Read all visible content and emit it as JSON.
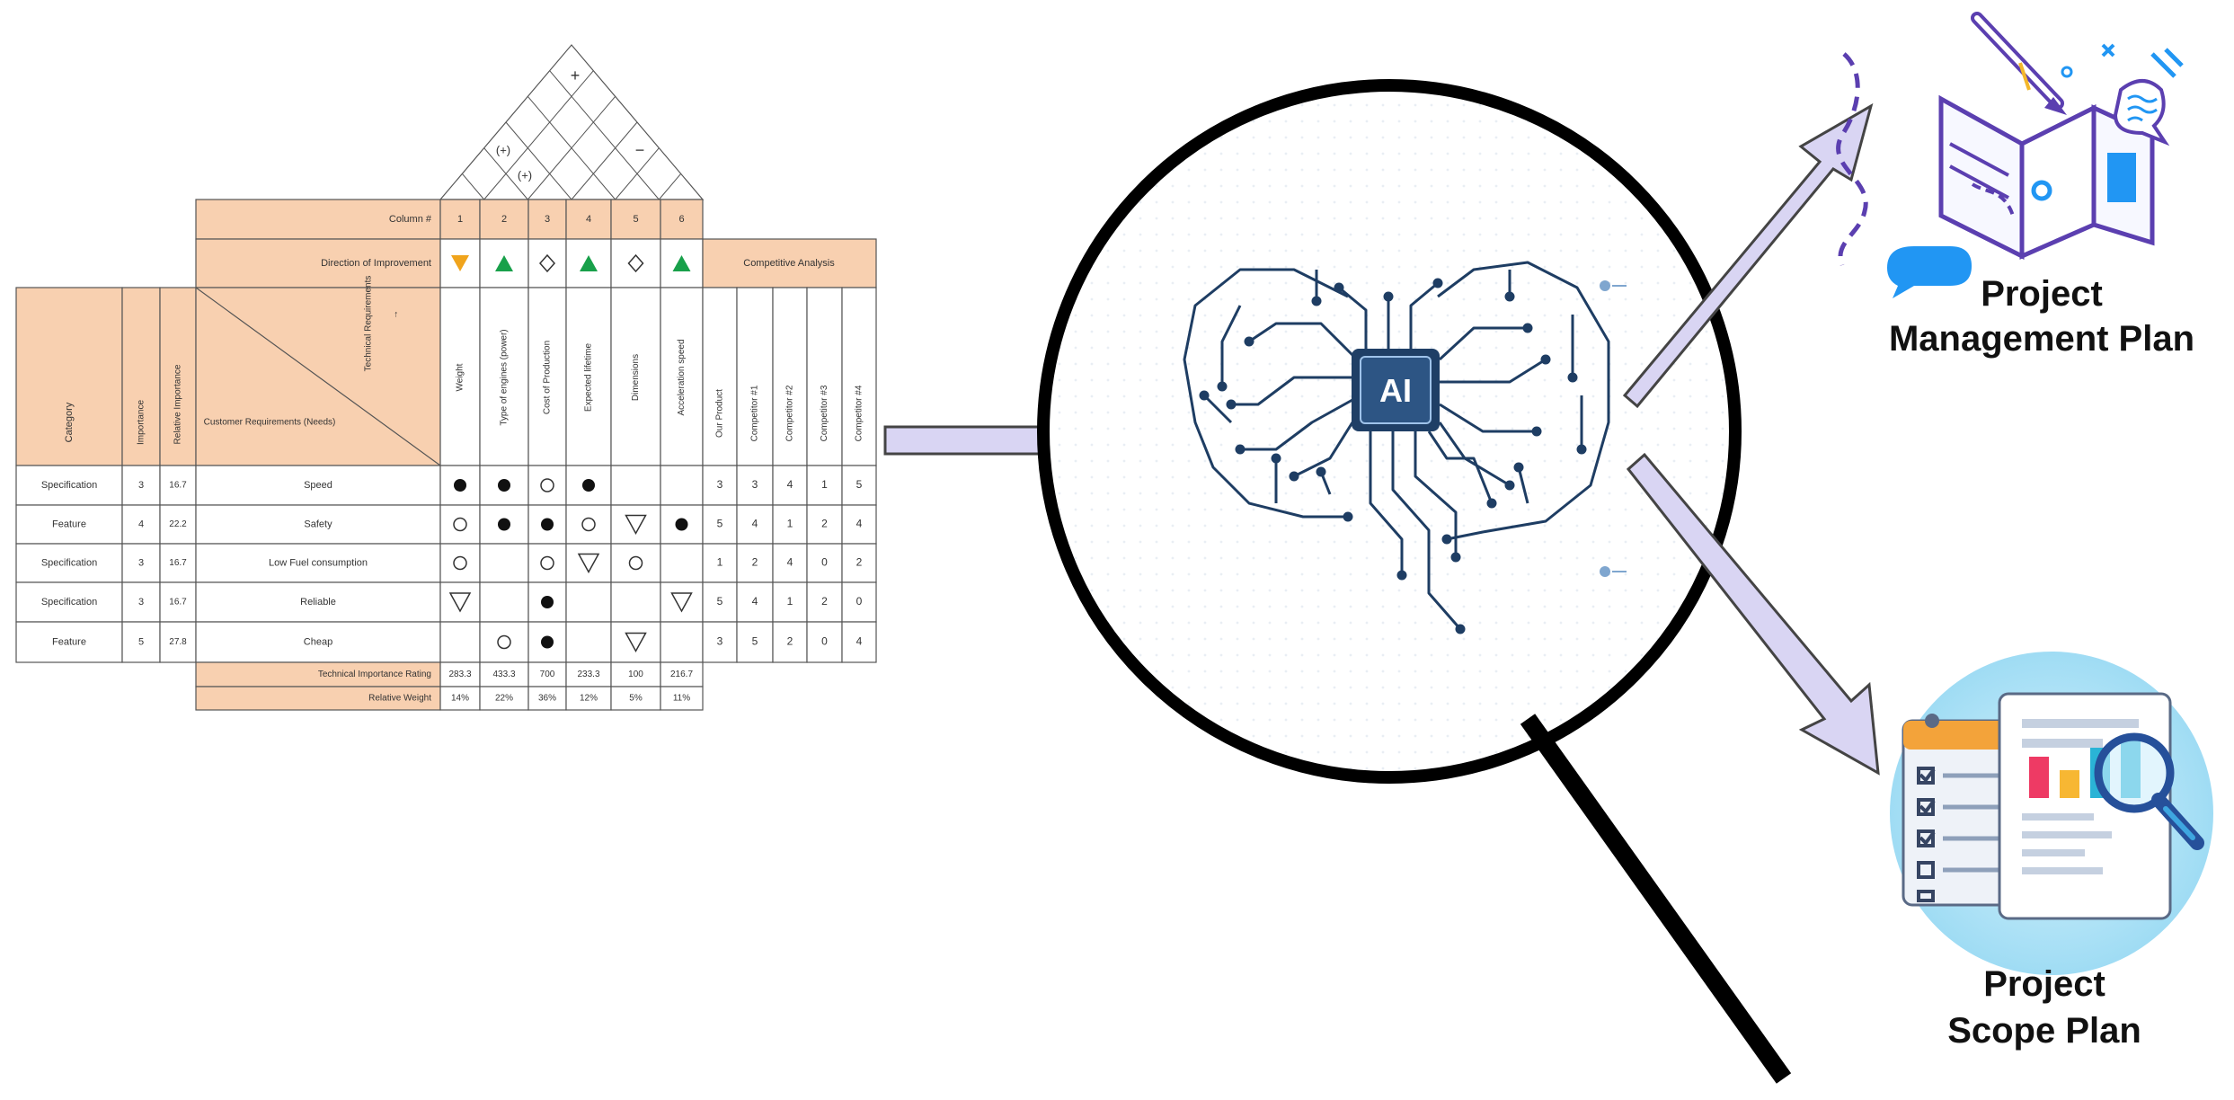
{
  "hoq": {
    "column_header": "Column #",
    "column_numbers": [
      "1",
      "2",
      "3",
      "4",
      "5",
      "6"
    ],
    "direction_label": "Direction of Improvement",
    "direction_symbols": [
      "down-triangle-orange",
      "up-triangle-green",
      "diamond",
      "up-triangle-green",
      "diamond",
      "up-triangle-green"
    ],
    "competitive_label": "Competitive Analysis",
    "header_category": "Category",
    "header_importance": "Importance",
    "header_relative_importance": "Relative Importance",
    "corner_top": "Technical Requirements",
    "corner_bottom": "Customer Requirements (Needs)",
    "corner_arrow": "→",
    "tech_requirements": [
      "Weight",
      "Type of engines (power)",
      "Cost of Production",
      "Expected lifetime",
      "Dimensions",
      "Acceleration speed"
    ],
    "competitors": [
      "Our Product",
      "Competitor #1",
      "Competitor #2",
      "Competitor #3",
      "Competitor #4"
    ],
    "rows": [
      {
        "category": "Specification",
        "importance": "3",
        "relative": "16.7",
        "need": "Speed",
        "rel": [
          "dot",
          "dot",
          "circle",
          "dot",
          "",
          ""
        ],
        "comp": [
          "3",
          "3",
          "4",
          "1",
          "5"
        ]
      },
      {
        "category": "Feature",
        "importance": "4",
        "relative": "22.2",
        "need": "Safety",
        "rel": [
          "circle",
          "dot",
          "dot",
          "circle",
          "triangle",
          "dot"
        ],
        "comp": [
          "5",
          "4",
          "1",
          "2",
          "4"
        ]
      },
      {
        "category": "Specification",
        "importance": "3",
        "relative": "16.7",
        "need": "Low Fuel consumption",
        "rel": [
          "circle",
          "",
          "circle",
          "triangle",
          "circle",
          ""
        ],
        "comp": [
          "1",
          "2",
          "4",
          "0",
          "2"
        ]
      },
      {
        "category": "Specification",
        "importance": "3",
        "relative": "16.7",
        "need": "Reliable",
        "rel": [
          "triangle",
          "",
          "dot",
          "",
          "",
          "triangle"
        ],
        "comp": [
          "5",
          "4",
          "1",
          "2",
          "0"
        ]
      },
      {
        "category": "Feature",
        "importance": "5",
        "relative": "27.8",
        "need": "Cheap",
        "rel": [
          "",
          "circle",
          "dot",
          "",
          "triangle",
          ""
        ],
        "comp": [
          "3",
          "5",
          "2",
          "0",
          "4"
        ]
      }
    ],
    "rating_label": "Technical Importance Rating",
    "ratings": [
      "283.3",
      "433.3",
      "700",
      "233.3",
      "100",
      "216.7"
    ],
    "weight_label": "Relative Weight",
    "weights": [
      "14%",
      "22%",
      "36%",
      "12%",
      "5%",
      "11%"
    ],
    "roof_marks": [
      "+",
      "(+)",
      "(+)",
      "−"
    ]
  },
  "ai_chip_label": "AI",
  "outputs": {
    "management_plan_line1": "Project",
    "management_plan_line2": "Management Plan",
    "scope_plan_line1": "Project",
    "scope_plan_line2": "Scope Plan"
  },
  "colors": {
    "header_fill": "#f8d0b0",
    "arrow_fill": "#d9d5f3",
    "arrow_stroke": "#444444",
    "circuit": "#1e3d63",
    "chip": "#1f3f66",
    "triangle_green": "#18a04a",
    "triangle_orange": "#f0a41c",
    "accent_blue": "#2196f3",
    "accent_purple": "#5b3fb0"
  }
}
